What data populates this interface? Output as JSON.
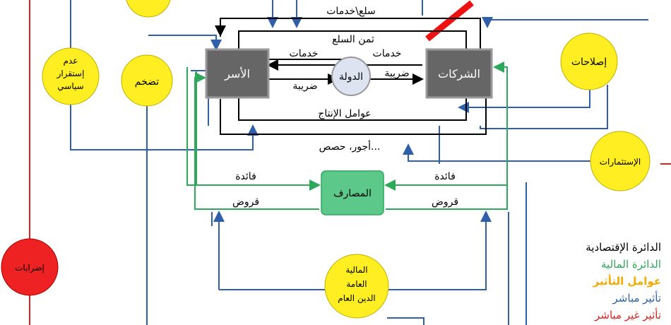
{
  "colors": {
    "economic": "#000000",
    "financial": "#2ea85a",
    "influence": "#f2a900",
    "direct": "#2f5fa8",
    "indirect": "#e02020",
    "bubble_fill": "#ffee22",
    "bubble_red": "#ee2222",
    "box_gray": "#666666",
    "bank_green": "#5cc98a"
  },
  "nodes": {
    "households": "الأسر",
    "firms": "الشركات",
    "state": "الدولة",
    "banks": "المصارف"
  },
  "flows": {
    "goods_services": "سلع\\خدمات",
    "goods_price": "ثمن السلع",
    "services_left": "خدمات",
    "services_right": "خدمات",
    "tax_left": "ضريبة",
    "tax_right": "ضريبة",
    "production_factors": "عوامل الإنتاج",
    "wages": "أجور، حصص...",
    "interest_left": "فائدة",
    "interest_right": "فائدة",
    "loans_left": "قروض",
    "loans_right": "قروض"
  },
  "bubbles": {
    "instability": [
      "عدم",
      "إستقرار",
      "سياسي"
    ],
    "inflation": "تضخم",
    "reforms": "إصلاحات",
    "investments": "الإستثمارات",
    "strikes": "إضرابات",
    "public_finance": [
      "المالية",
      "العامة",
      "الدين العام"
    ]
  },
  "legend": {
    "economic_circuit": "الدائرة الإقتصادية",
    "financial_circuit": "الدائرة المالية",
    "influence_factors": "عوامل التأثير",
    "direct_effect": "تأثير مباشر",
    "indirect_effect": "تأثير غير مباشر"
  }
}
